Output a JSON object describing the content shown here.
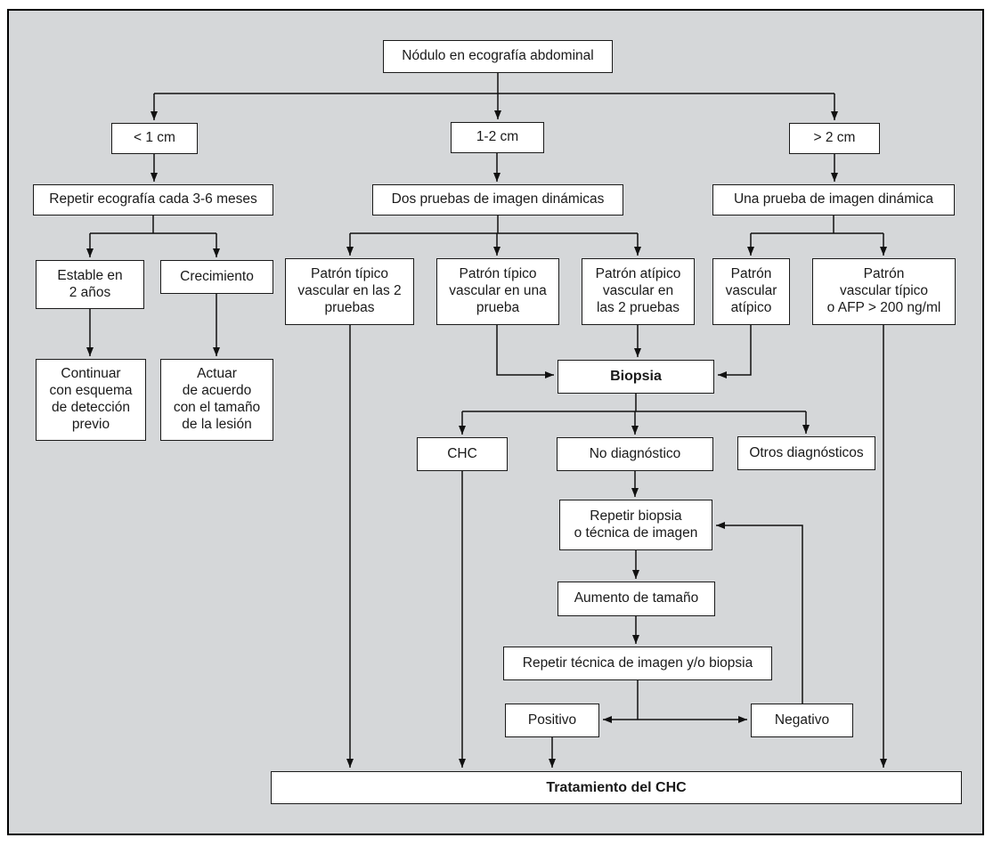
{
  "flowchart": {
    "nodes": {
      "nodulo_ecografia": {
        "label": "Nódulo en ecografía abdominal"
      },
      "menor_1cm": {
        "label": "< 1 cm"
      },
      "de_1_a_2cm": {
        "label": "1-2 cm"
      },
      "mayor_2cm": {
        "label": "> 2 cm"
      },
      "repetir_ecografia": {
        "label": "Repetir ecografía cada 3-6 meses"
      },
      "dos_pruebas": {
        "label": "Dos pruebas de imagen dinámicas"
      },
      "una_prueba": {
        "label": "Una prueba de imagen dinámica"
      },
      "estable": {
        "label": "Estable en\n2 años"
      },
      "crecimiento": {
        "label": "Crecimiento"
      },
      "continuar": {
        "label": "Continuar\ncon esquema\nde detección\nprevio"
      },
      "actuar": {
        "label": "Actuar\nde acuerdo\ncon el tamaño\nde la lesión"
      },
      "patron_tipico_2_pruebas": {
        "label": "Patrón típico\nvascular en las 2\npruebas"
      },
      "patron_tipico_1_prueba": {
        "label": "Patrón típico\nvascular en una\nprueba"
      },
      "patron_atipico_2_pruebas": {
        "label": "Patrón atípico\nvascular en\nlas 2 pruebas"
      },
      "patron_vascular_atipico": {
        "label": "Patrón\nvascular\natípico"
      },
      "patron_vascular_tipico": {
        "label": "Patrón\nvascular típico\no AFP > 200 ng/ml"
      },
      "biopsia": {
        "label": "Biopsia"
      },
      "chc": {
        "label": "CHC"
      },
      "no_diagnostico": {
        "label": "No diagnóstico"
      },
      "otros_diagnosticos": {
        "label": "Otros diagnósticos"
      },
      "repetir_biopsia": {
        "label": "Repetir biopsia\no técnica de imagen"
      },
      "aumento_tamano": {
        "label": "Aumento de tamaño"
      },
      "repetir_tecnica": {
        "label": "Repetir técnica de imagen y/o biopsia"
      },
      "positivo": {
        "label": "Positivo"
      },
      "negativo": {
        "label": "Negativo"
      },
      "tratamiento": {
        "label": "Tratamiento del CHC"
      }
    },
    "colors": {
      "panel_background": "#d5d7d9",
      "box_background": "#ffffff",
      "line": "#111111",
      "border": "#000000"
    }
  }
}
